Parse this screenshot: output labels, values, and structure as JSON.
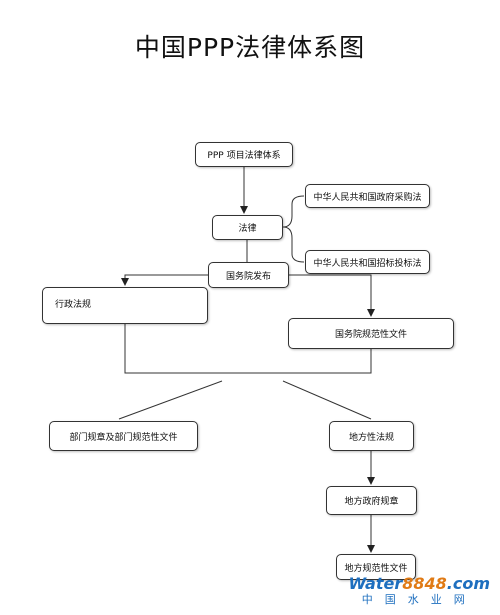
{
  "title": "中国PPP法律体系图",
  "nodes": {
    "root": "PPP 项目法律体系",
    "procurement_law": "中华人民共和国政府采购法",
    "law": "法律",
    "bidding_law": "中华人民共和国招标投标法",
    "state_council": "国务院发布",
    "admin_regulations": "行政法规",
    "state_council_docs": "国务院规范性文件",
    "dept_rules": "部门规章及部门规范性文件",
    "local_regulations": "地方性法规",
    "local_gov_rules": "地方政府规章",
    "local_docs": "地方规范性文件"
  },
  "watermark": {
    "brand_a": "Water",
    "brand_b": "8848",
    "brand_c": ".com",
    "site": "中国水业网"
  },
  "colors": {
    "line": "#333333",
    "watermark": "#1e6fbf",
    "watermark_accent": "#e07b16"
  }
}
